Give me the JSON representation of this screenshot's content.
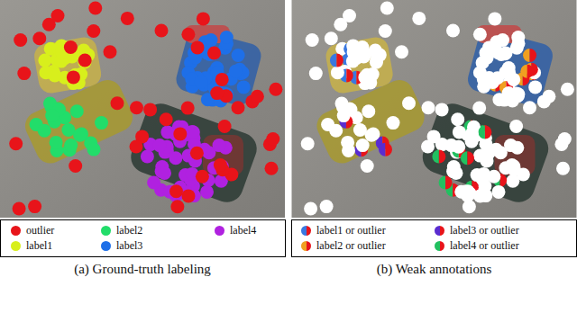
{
  "diagram": {
    "labels": [
      "(a) Ground-truth labeling",
      "(b) Weak annotations"
    ],
    "legend": [
      {
        "text": "outlier",
        "color": "#e8141a"
      },
      {
        "text": "label2",
        "color": "#22dd6a"
      },
      {
        "text": "label4",
        "color": "#b021e0"
      },
      {
        "text": "label1",
        "color": "#d8ef1c"
      },
      {
        "text": "label3",
        "color": "#1e6fe8"
      },
      {
        "text": "label1 or outlier"
      },
      {
        "text": "label3 or outlier"
      },
      {
        "text": "label2 or outlier"
      },
      {
        "text": "label4 or outlier"
      }
    ]
  }
}
